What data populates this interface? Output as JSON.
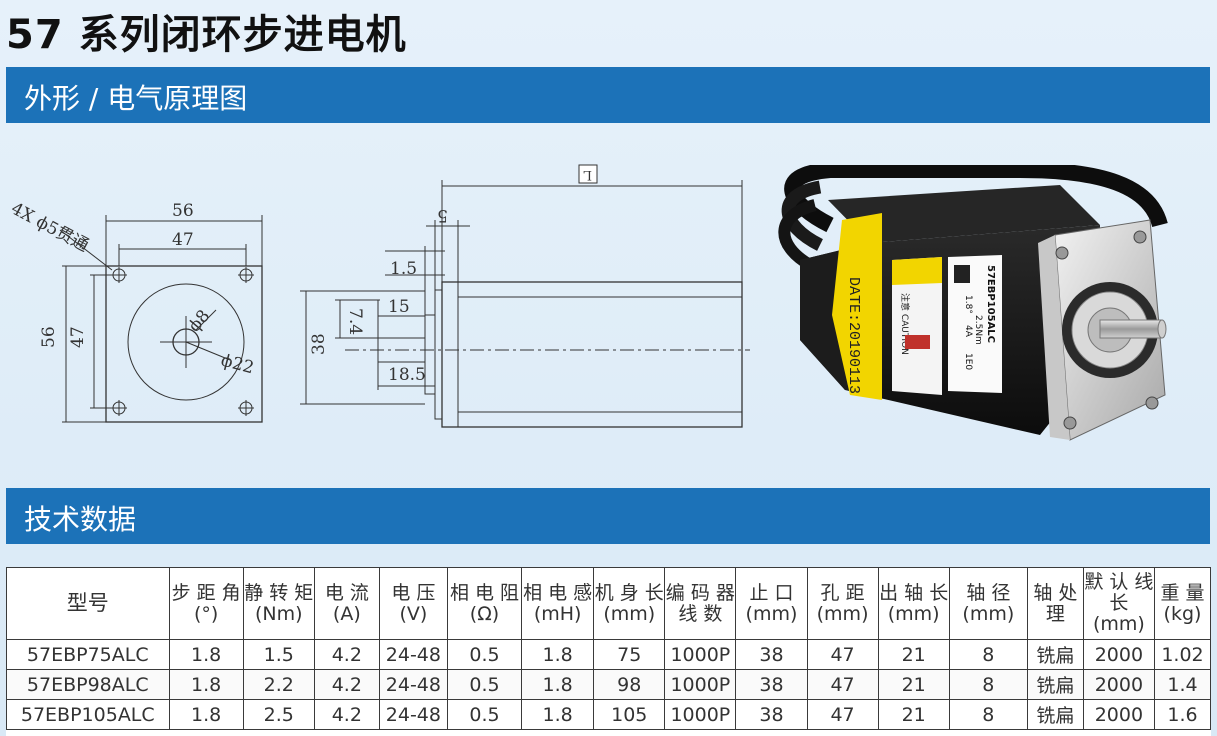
{
  "page": {
    "title": "57 系列闭环步进电机",
    "section_outline": "外形 / 电气原理图",
    "section_tech": "技术数据"
  },
  "drawing": {
    "front": {
      "hole_note": "4X ϕ5贯通",
      "width_outer": "56",
      "width_inner": "47",
      "height_outer": "56",
      "height_inner": "47",
      "diam_shaft": "ϕ8",
      "diam_boss": "ϕ22"
    },
    "side": {
      "length": "L",
      "flange": "5",
      "boss_thk": "1.5",
      "shaft_flat": "15",
      "flat_depth": "7.4",
      "boss_dia": "38",
      "shaft_len": "18.5"
    }
  },
  "photo": {
    "date_label": "DATE:20190113",
    "model_label": "57EBP105ALC",
    "caution_label": "注意 CAUTION",
    "spec_step": "1.8°",
    "spec_torque": "2.5Nm",
    "spec_current": "4A",
    "spec_type": "1E0"
  },
  "table": {
    "headers": [
      "型号",
      "步 距 角 (°)",
      "静 转 矩 (Nm)",
      "电 流 (A)",
      "电 压 (V)",
      "相 电 阻 (Ω)",
      "相 电 感 (mH)",
      "机 身 长 (mm)",
      "编 码 器 线 数",
      "止 口 (mm)",
      "孔 距 (mm)",
      "出 轴 长 (mm)",
      "轴 径 (mm)",
      "轴 处 理",
      "默 认 线 长 (mm)",
      "重 量 (kg)"
    ],
    "rows": [
      [
        "57EBP75ALC",
        "1.8",
        "1.5",
        "4.2",
        "24-48",
        "0.5",
        "1.8",
        "75",
        "1000P",
        "38",
        "47",
        "21",
        "8",
        "铣扁",
        "2000",
        "1.02"
      ],
      [
        "57EBP98ALC",
        "1.8",
        "2.2",
        "4.2",
        "24-48",
        "0.5",
        "1.8",
        "98",
        "1000P",
        "38",
        "47",
        "21",
        "8",
        "铣扁",
        "2000",
        "1.4"
      ],
      [
        "57EBP105ALC",
        "1.8",
        "2.5",
        "4.2",
        "24-48",
        "0.5",
        "1.8",
        "105",
        "1000P",
        "38",
        "47",
        "21",
        "8",
        "铣扁",
        "2000",
        "1.6"
      ]
    ]
  },
  "colors": {
    "band": "#1c72b8",
    "background": "#e3eff9",
    "motor_body": "#161616",
    "label_yellow": "#f2d500"
  }
}
